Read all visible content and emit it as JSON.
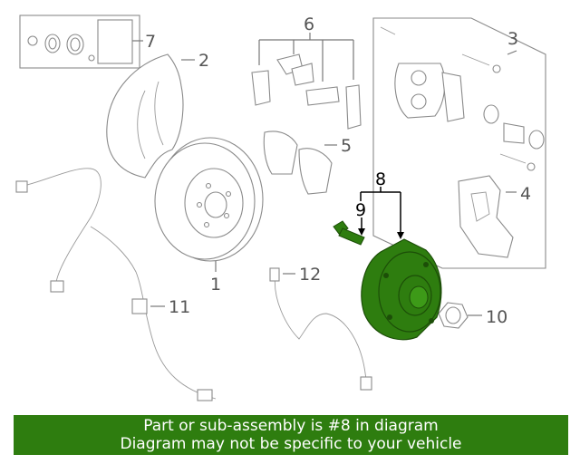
{
  "callouts": {
    "c1": "1",
    "c2": "2",
    "c3": "3",
    "c4": "4",
    "c5": "5",
    "c6": "6",
    "c7": "7",
    "c8": "8",
    "c9": "9",
    "c10": "10",
    "c11": "11",
    "c12": "12"
  },
  "colors": {
    "highlight": "#2e7d0f",
    "banner_text": "#ffffff"
  },
  "banner": {
    "line1": "Part or sub-assembly is #8 in diagram",
    "line2": "Diagram may not be specific to your vehicle"
  }
}
